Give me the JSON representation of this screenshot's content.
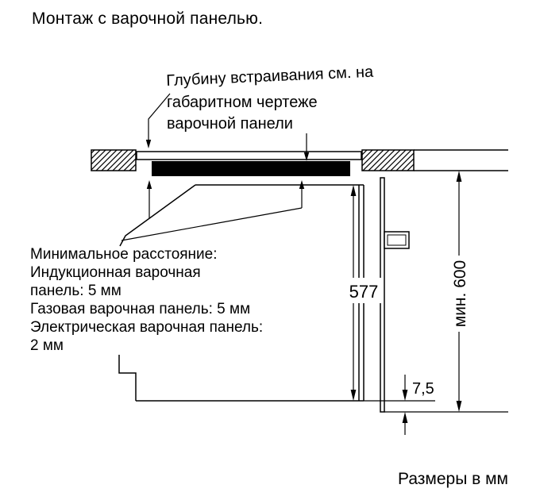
{
  "title": "Монтаж с варочной панелью.",
  "annotation_note": {
    "lines": [
      "Глубину встраивания см. на",
      "габаритном чертеже",
      "варочной панели"
    ]
  },
  "min_distance_note": {
    "lines": [
      "Минимальное расстояние:",
      "Индукционная варочная",
      "панель: 5 мм",
      "Газовая варочная панель: 5 мм",
      "Электрическая варочная панель:",
      "2 мм"
    ]
  },
  "dimensions": {
    "oven_height": "577",
    "min_clearance": "мин. 600",
    "door_gap": "7,5"
  },
  "footer_note": "Размеры в мм",
  "colors": {
    "line": "#000000",
    "background": "#ffffff",
    "hob_body": "#000000"
  }
}
